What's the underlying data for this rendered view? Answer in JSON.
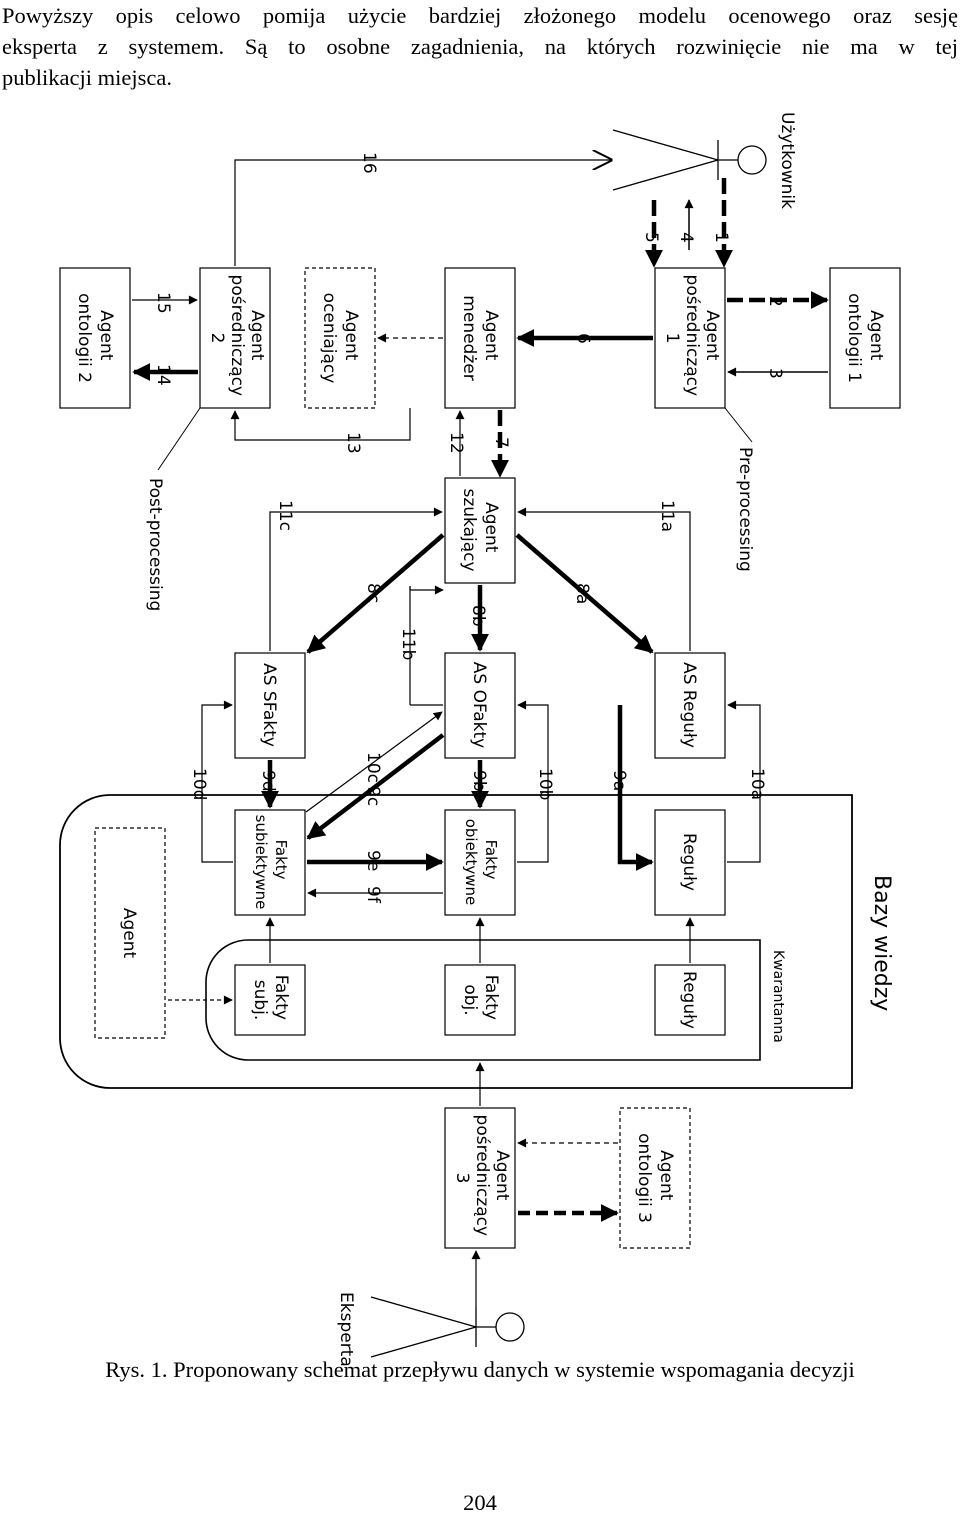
{
  "paragraph": {
    "line1": "Powyższy opis celowo pomija użycie bardziej złożonego modelu ocenowego oraz sesję",
    "line2": "eksperta z systemem. Są to osobne zagadnienia, na których rozwinięcie nie ma w tej",
    "line3": "publikacji miejsca."
  },
  "caption": "Rys. 1. Proponowany schemat przepływu danych w systemie wspomagania decyzji",
  "page_number": "204",
  "actors": {
    "user": "Użytkownik",
    "expert": "Eksperta"
  },
  "boxes": {
    "ontology1": [
      "Agent",
      "ontologii 1"
    ],
    "broker1": [
      "Agent",
      "pośredniczący",
      "1"
    ],
    "manager": [
      "Agent",
      "menedżer"
    ],
    "evaluator": [
      "Agent",
      "oceniający"
    ],
    "broker2": [
      "Agent",
      "pośredniczący",
      "2"
    ],
    "ontology2": [
      "Agent",
      "ontologii 2"
    ],
    "searcher": [
      "Agent",
      "szukający"
    ],
    "as_rules": [
      "AS Reguły"
    ],
    "as_ofacts": [
      "AS OFakty"
    ],
    "as_sfacts": [
      "AS SFakty"
    ],
    "rules": [
      "Reguły"
    ],
    "obj_facts": [
      "Fakty",
      "obiektywne"
    ],
    "subj_facts": [
      "Fakty",
      "subiektywne"
    ],
    "q_rules": [
      "Reguły"
    ],
    "q_obj": [
      "Fakty",
      "obj."
    ],
    "q_subj": [
      "Fakty",
      "subj."
    ],
    "kb_agent": [
      "Agent"
    ],
    "broker3": [
      "Agent",
      "pośredniczący",
      "3"
    ],
    "ontology3": [
      "Agent",
      "ontologii 3"
    ]
  },
  "regions": {
    "knowledge_base": "Bazy wiedzy",
    "quarantine": "Kwarantanna",
    "preprocessing": "Pre-processing",
    "postprocessing": "Post-processing"
  },
  "flow_labels": {
    "f1": "1",
    "f2": "2",
    "f3": "3",
    "f4": "4",
    "f5": "5",
    "f6": "6",
    "f7": "7",
    "f8a": "8a",
    "f8b": "8b",
    "f8c": "8c",
    "f9a": "9a",
    "f9b": "9b",
    "f9c": "9c",
    "f9d": "9d",
    "f9e": "9e",
    "f9f": "9f",
    "f10a": "10a",
    "f10b": "10b",
    "f10c": "10c",
    "f10d": "10d",
    "f11a": "11a",
    "f11b": "11b",
    "f11c": "11c",
    "f12": "12",
    "f13": "13",
    "f14": "14",
    "f15": "15",
    "f16": "16"
  }
}
